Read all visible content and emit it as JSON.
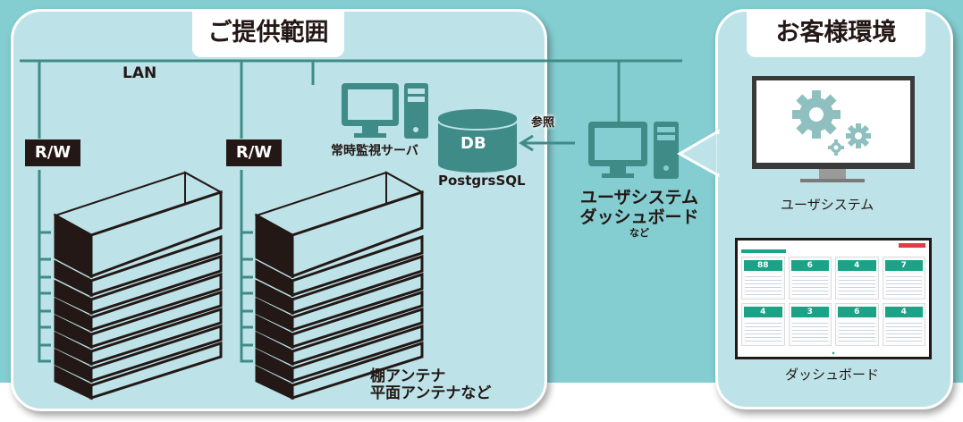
{
  "left_panel": {
    "title": "ご提供範囲",
    "lan_label": "LAN",
    "rw_labels": [
      "R/W",
      "R/W"
    ],
    "server_label": "常時監視サーバ",
    "db_label": "DB",
    "db_name": "PostgrsSQL",
    "antenna_label_line1": "棚アンテナ",
    "antenna_label_line2": "平面アンテナなど"
  },
  "middle": {
    "reference_label": "参照",
    "client_label_line1": "ユーザシステム",
    "client_label_line2": "ダッシュボード",
    "client_label_line3": "など"
  },
  "right_panel": {
    "title": "お客様環境",
    "user_system_label": "ユーザシステム",
    "dashboard_label": "ダッシュボード",
    "dashboard_counts": [
      "88",
      "6",
      "4",
      "7",
      "4",
      "3",
      "6",
      "4"
    ]
  },
  "colors": {
    "background": "#84cdd1",
    "panel": "#bde3e9",
    "teal_icon": "#3f8b87",
    "dark": "#231815",
    "dashboard_green": "#1aa386",
    "alert_red": "#e83a45"
  }
}
